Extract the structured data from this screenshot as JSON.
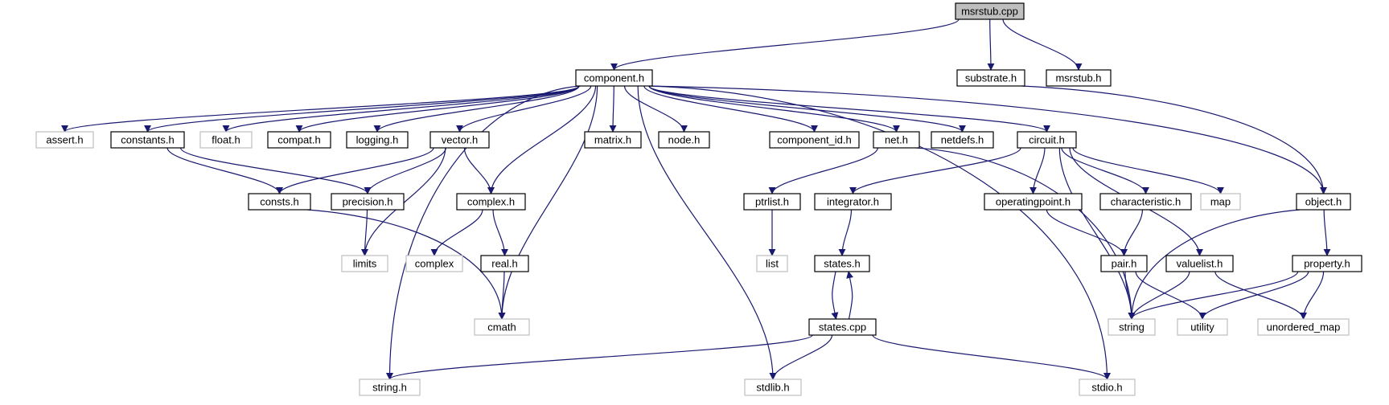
{
  "diagram": {
    "edge_color": "#191970",
    "nodes": [
      {
        "id": "msrstub_cpp",
        "label": "msrstub.cpp",
        "style": "root"
      },
      {
        "id": "component_h",
        "label": "component.h",
        "style": "documented"
      },
      {
        "id": "substrate_h",
        "label": "substrate.h",
        "style": "documented"
      },
      {
        "id": "msrstub_h",
        "label": "msrstub.h",
        "style": "documented"
      },
      {
        "id": "assert_h",
        "label": "assert.h",
        "style": "external"
      },
      {
        "id": "constants_h",
        "label": "constants.h",
        "style": "documented"
      },
      {
        "id": "float_h",
        "label": "float.h",
        "style": "external"
      },
      {
        "id": "compat_h",
        "label": "compat.h",
        "style": "documented"
      },
      {
        "id": "logging_h",
        "label": "logging.h",
        "style": "documented"
      },
      {
        "id": "vector_h",
        "label": "vector.h",
        "style": "documented"
      },
      {
        "id": "matrix_h",
        "label": "matrix.h",
        "style": "documented"
      },
      {
        "id": "node_h",
        "label": "node.h",
        "style": "documented"
      },
      {
        "id": "component_id_h",
        "label": "component_id.h",
        "style": "documented"
      },
      {
        "id": "net_h",
        "label": "net.h",
        "style": "documented"
      },
      {
        "id": "netdefs_h",
        "label": "netdefs.h",
        "style": "documented"
      },
      {
        "id": "circuit_h",
        "label": "circuit.h",
        "style": "documented"
      },
      {
        "id": "object_h",
        "label": "object.h",
        "style": "documented"
      },
      {
        "id": "consts_h",
        "label": "consts.h",
        "style": "documented"
      },
      {
        "id": "precision_h",
        "label": "precision.h",
        "style": "documented"
      },
      {
        "id": "complex_h",
        "label": "complex.h",
        "style": "documented"
      },
      {
        "id": "ptrlist_h",
        "label": "ptrlist.h",
        "style": "documented"
      },
      {
        "id": "integrator_h",
        "label": "integrator.h",
        "style": "documented"
      },
      {
        "id": "operatingpoint_h",
        "label": "operatingpoint.h",
        "style": "documented"
      },
      {
        "id": "characteristic_h",
        "label": "characteristic.h",
        "style": "documented"
      },
      {
        "id": "map",
        "label": "map",
        "style": "external"
      },
      {
        "id": "limits",
        "label": "limits",
        "style": "external"
      },
      {
        "id": "complex",
        "label": "complex",
        "style": "external"
      },
      {
        "id": "real_h",
        "label": "real.h",
        "style": "documented"
      },
      {
        "id": "list",
        "label": "list",
        "style": "external"
      },
      {
        "id": "states_h",
        "label": "states.h",
        "style": "documented"
      },
      {
        "id": "pair_h",
        "label": "pair.h",
        "style": "documented"
      },
      {
        "id": "valuelist_h",
        "label": "valuelist.h",
        "style": "documented"
      },
      {
        "id": "property_h",
        "label": "property.h",
        "style": "documented"
      },
      {
        "id": "cmath",
        "label": "cmath",
        "style": "external"
      },
      {
        "id": "states_cpp",
        "label": "states.cpp",
        "style": "documented"
      },
      {
        "id": "string",
        "label": "string",
        "style": "external"
      },
      {
        "id": "utility",
        "label": "utility",
        "style": "external"
      },
      {
        "id": "unordered_map",
        "label": "unordered_map",
        "style": "external"
      },
      {
        "id": "string_h",
        "label": "string.h",
        "style": "external"
      },
      {
        "id": "stdlib_h",
        "label": "stdlib.h",
        "style": "external"
      },
      {
        "id": "stdio_h",
        "label": "stdio.h",
        "style": "external"
      }
    ],
    "edges": [
      [
        "msrstub_cpp",
        "component_h"
      ],
      [
        "msrstub_cpp",
        "substrate_h"
      ],
      [
        "msrstub_cpp",
        "msrstub_h"
      ],
      [
        "substrate_h",
        "object_h"
      ],
      [
        "component_h",
        "string_h"
      ],
      [
        "component_h",
        "assert_h"
      ],
      [
        "component_h",
        "constants_h"
      ],
      [
        "component_h",
        "float_h"
      ],
      [
        "component_h",
        "compat_h"
      ],
      [
        "component_h",
        "logging_h"
      ],
      [
        "component_h",
        "vector_h"
      ],
      [
        "component_h",
        "complex_h"
      ],
      [
        "component_h",
        "cmath"
      ],
      [
        "component_h",
        "matrix_h"
      ],
      [
        "component_h",
        "node_h"
      ],
      [
        "component_h",
        "stdlib_h"
      ],
      [
        "component_h",
        "component_id_h"
      ],
      [
        "component_h",
        "net_h"
      ],
      [
        "component_h",
        "netdefs_h"
      ],
      [
        "component_h",
        "circuit_h"
      ],
      [
        "component_h",
        "object_h"
      ],
      [
        "component_h",
        "stdio_h"
      ],
      [
        "constants_h",
        "consts_h"
      ],
      [
        "constants_h",
        "precision_h"
      ],
      [
        "vector_h",
        "consts_h"
      ],
      [
        "vector_h",
        "precision_h"
      ],
      [
        "vector_h",
        "limits"
      ],
      [
        "vector_h",
        "complex_h"
      ],
      [
        "consts_h",
        "cmath"
      ],
      [
        "precision_h",
        "limits"
      ],
      [
        "complex_h",
        "complex"
      ],
      [
        "complex_h",
        "real_h"
      ],
      [
        "real_h",
        "cmath"
      ],
      [
        "net_h",
        "ptrlist_h"
      ],
      [
        "net_h",
        "string"
      ],
      [
        "ptrlist_h",
        "list"
      ],
      [
        "circuit_h",
        "integrator_h"
      ],
      [
        "circuit_h",
        "string"
      ],
      [
        "circuit_h",
        "operatingpoint_h"
      ],
      [
        "circuit_h",
        "characteristic_h"
      ],
      [
        "circuit_h",
        "map"
      ],
      [
        "circuit_h",
        "valuelist_h"
      ],
      [
        "integrator_h",
        "states_h"
      ],
      [
        "states_h",
        "states_cpp"
      ],
      [
        "states_cpp",
        "states_h"
      ],
      [
        "states_cpp",
        "string_h"
      ],
      [
        "states_cpp",
        "stdlib_h"
      ],
      [
        "states_cpp",
        "stdio_h"
      ],
      [
        "operatingpoint_h",
        "pair_h"
      ],
      [
        "characteristic_h",
        "pair_h"
      ],
      [
        "pair_h",
        "string"
      ],
      [
        "pair_h",
        "utility"
      ],
      [
        "valuelist_h",
        "string"
      ],
      [
        "valuelist_h",
        "unordered_map"
      ],
      [
        "object_h",
        "string"
      ],
      [
        "object_h",
        "property_h"
      ],
      [
        "property_h",
        "string"
      ],
      [
        "property_h",
        "utility"
      ],
      [
        "property_h",
        "unordered_map"
      ]
    ]
  }
}
